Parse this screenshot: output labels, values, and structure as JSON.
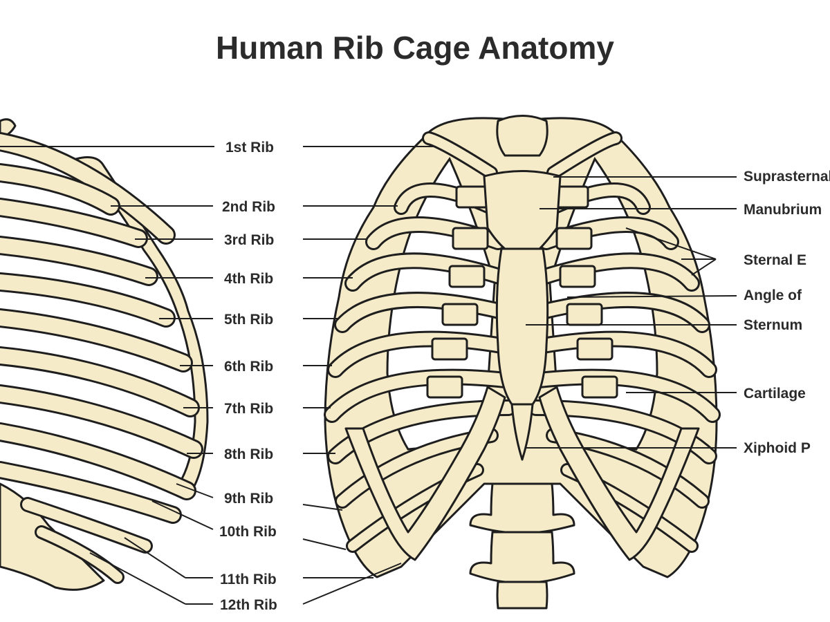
{
  "title": "Human Rib Cage Anatomy",
  "colors": {
    "bone_fill": "#f5ebc8",
    "outline": "#1e1e1e",
    "text": "#2b2b2b",
    "background": "#ffffff"
  },
  "rib_labels": [
    "1st Rib",
    "2nd Rib",
    "3rd Rib",
    "4th Rib",
    "5th Rib",
    "6th Rib",
    "7th Rib",
    "8th Rib",
    "9th Rib",
    "10th Rib",
    "11th Rib",
    "12th Rib"
  ],
  "right_labels": [
    "Suprasternal",
    "Manubrium",
    "Sternal E",
    "Angle of",
    "Sternum",
    "Cartilage",
    "Xiphoid P"
  ]
}
